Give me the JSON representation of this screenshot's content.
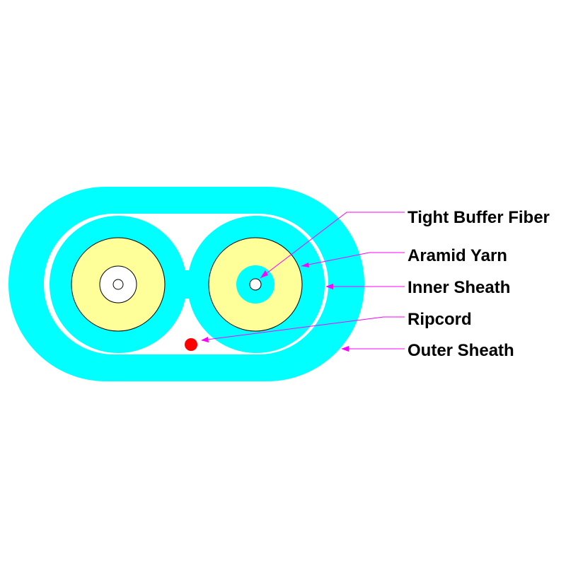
{
  "labels": {
    "tight_buffer_fiber": "Tight Buffer Fiber",
    "aramid_yarn": "Aramid Yarn",
    "inner_sheath": "Inner Sheath",
    "ripcord": "Ripcord",
    "outer_sheath": "Outer Sheath"
  },
  "colors": {
    "sheath": "#00ffff",
    "aramid_yarn": "#ffff99",
    "ripcord": "#ff0000",
    "leader": "#ff00ff",
    "outline": "#000000",
    "background": "#ffffff"
  }
}
